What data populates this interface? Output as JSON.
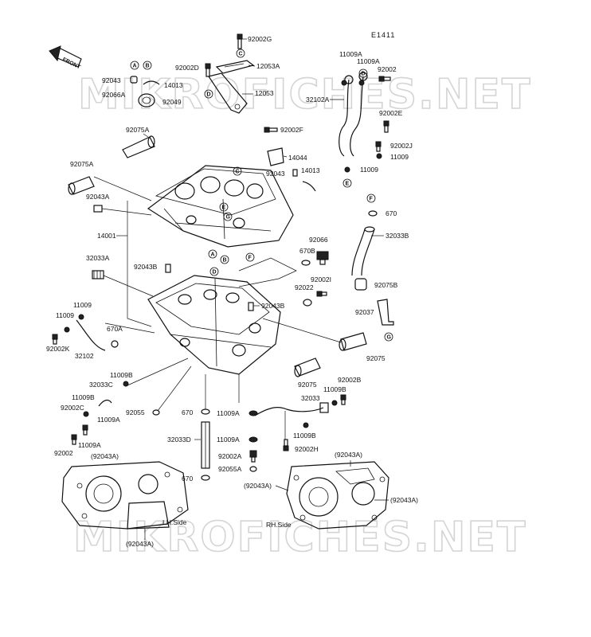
{
  "diagram_code": "E1411",
  "front_label": "FRONT",
  "watermarks": [
    "MIKROFICHES.NET",
    "MIKROFICHES.NET"
  ],
  "part_labels": {
    "p92002G": "92002G",
    "p92002D": "92002D",
    "p12053A": "12053A",
    "p12053": "12053",
    "p92043_top": "92043",
    "p14013_top": "14013",
    "p92066A": "92066A",
    "p92049": "92049",
    "p92075A_1": "92075A",
    "p92075A_2": "92075A",
    "p92043A_left": "92043A",
    "p14001": "14001",
    "p32033A": "32033A",
    "p92043B_left": "92043B",
    "p11009_l1": "11009",
    "p11009_l2": "11009",
    "p92002K": "92002K",
    "p32102": "32102",
    "p670A": "670A",
    "p92002F": "92002F",
    "p14044": "14044",
    "p92043_mid": "92043",
    "p14013_mid": "14013",
    "p92066": "92066",
    "p670B": "670B",
    "p92002I": "92002I",
    "p92022": "92022",
    "p92043B_mid": "92043B",
    "p11009A_r1": "11009A",
    "p11009A_r2": "11009A",
    "p92002_r": "92002",
    "p32102A": "32102A",
    "p92002E": "92002E",
    "p92002J": "92002J",
    "p11009_r1": "11009",
    "p11009_r2": "11009",
    "p670_r": "670",
    "p32033B": "32033B",
    "p92075B": "92075B",
    "p92037": "92037",
    "p92075_1": "92075",
    "p92075_2": "92075",
    "p92002B": "92002B",
    "p11009B_r": "11009B",
    "p32033_r": "32033",
    "p11009B_r2": "11009B",
    "p11009B_l": "11009B",
    "p32033C": "32033C",
    "p11009B_l2": "11009B",
    "p92002C": "92002C",
    "p11009A_l": "11009A",
    "p11009A_l2": "11009A",
    "p92002_l": "92002",
    "p92055": "92055",
    "p670_c1": "670",
    "p11009A_c": "11009A",
    "p32033D": "32033D",
    "p11009A_c2": "11009A",
    "p92002A": "92002A",
    "p92055A": "92055A",
    "p670_c2": "670",
    "p92002H": "92002H",
    "p92043A_p1": "(92043A)",
    "p92043A_p2": "(92043A)",
    "p92043A_p3": "(92043A)",
    "p92043A_p4": "(92043A)",
    "p92043A_p5": "(92043A)",
    "lh_side": "LH.Side",
    "rh_side": "RH.Side"
  },
  "callouts": {
    "A": "A",
    "B": "B",
    "C": "C",
    "D": "D",
    "E": "E",
    "F": "F",
    "G": "G"
  }
}
